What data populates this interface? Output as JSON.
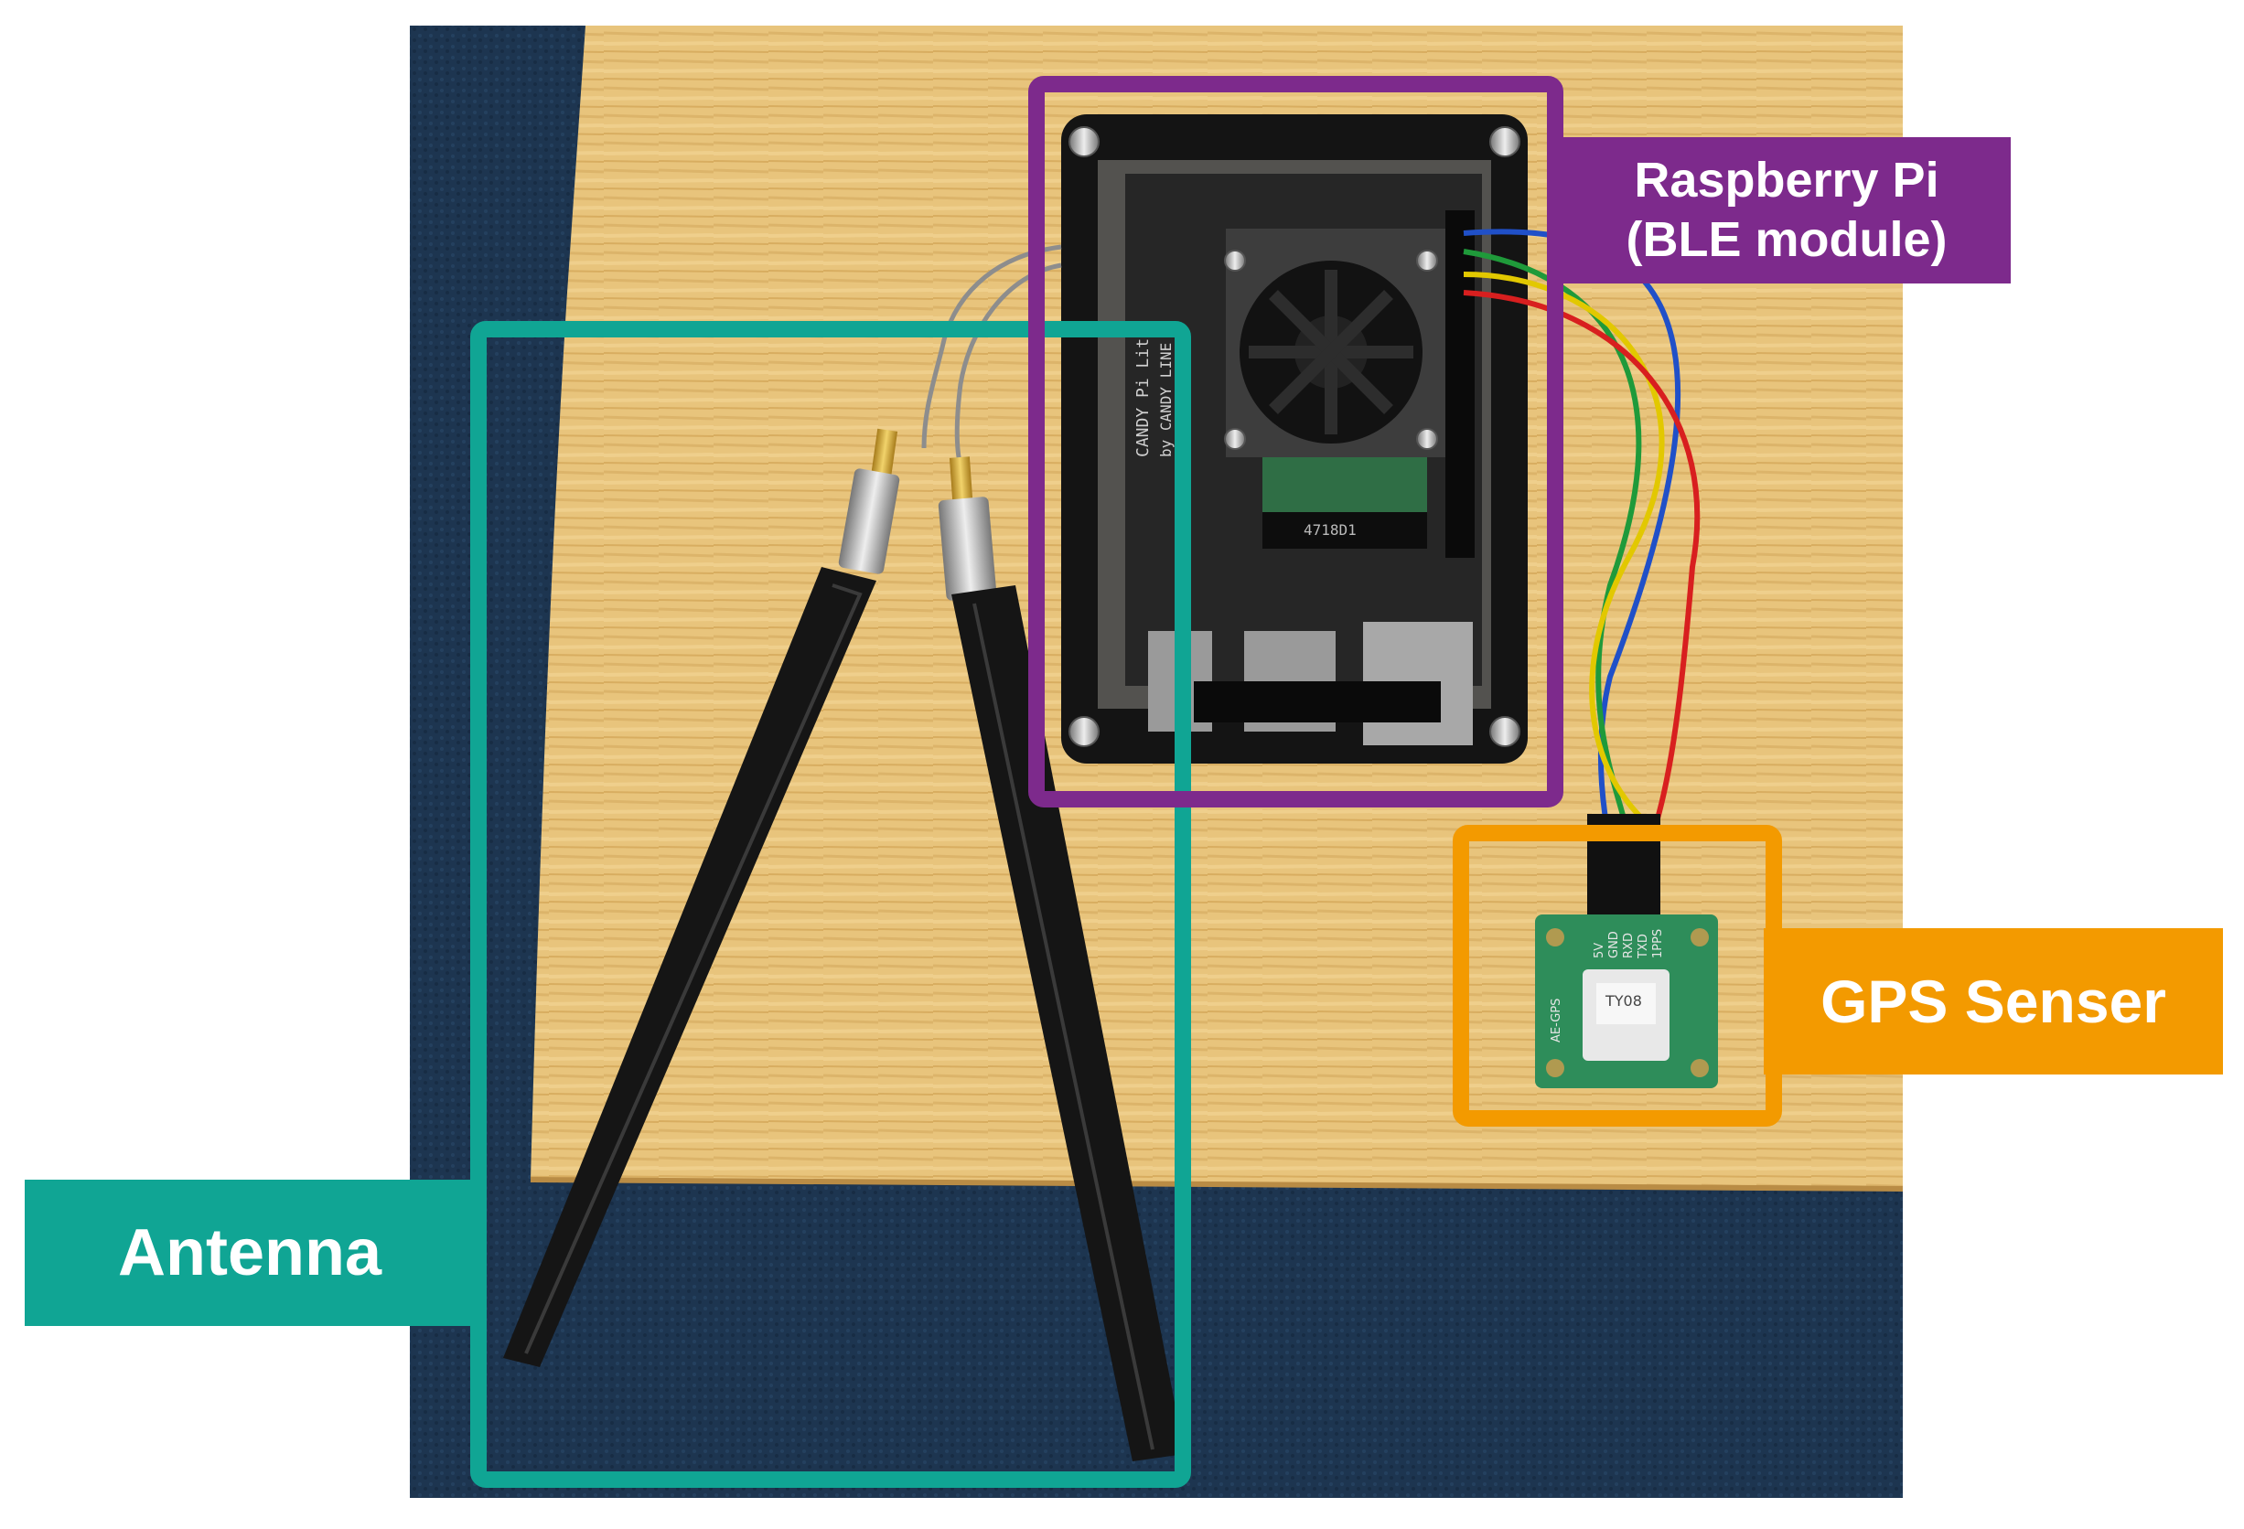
{
  "colors": {
    "antenna": "#10a594",
    "raspberry_pi": "#7d2a8c",
    "gps": "#f39a00"
  },
  "labels": {
    "antenna": "Antenna",
    "raspberry_pi_line1": "Raspberry Pi",
    "raspberry_pi_line2": "(BLE module)",
    "gps": "GPS Senser"
  },
  "board_silkscreen": {
    "candy": "CANDY Pi Lite",
    "by": "by CANDY LINE",
    "chip": "4718D1",
    "gps_pins": [
      "5V",
      "GND",
      "RXD",
      "TXD",
      "1PPS"
    ],
    "gps_name": "AE-GPS",
    "gps_module": "TY08"
  }
}
